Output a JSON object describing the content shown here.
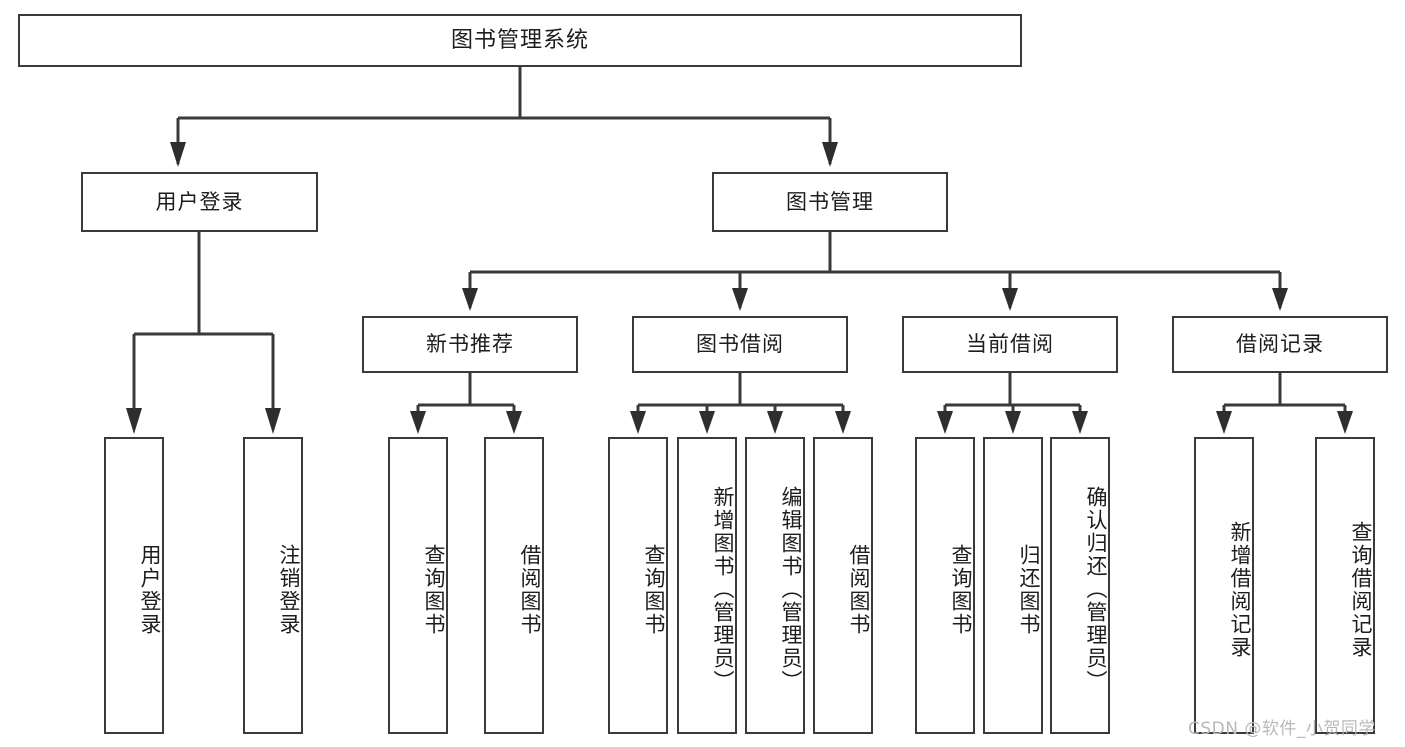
{
  "diagram": {
    "title": "图书管理系统",
    "watermark": "CSDN @软件_小贺同学",
    "stroke_color": "#3a3a3a",
    "background_color": "#ffffff",
    "text_color": "#1d1d1d",
    "root": {
      "label": "图书管理系统"
    },
    "level2": [
      {
        "label": "用户登录"
      },
      {
        "label": "图书管理"
      }
    ],
    "level3": [
      {
        "label": "新书推荐"
      },
      {
        "label": "图书借阅"
      },
      {
        "label": "当前借阅"
      },
      {
        "label": "借阅记录"
      }
    ],
    "leaves": {
      "user_login": [
        {
          "label": "用户登录"
        },
        {
          "label": "注销登录"
        }
      ],
      "new_book_recommend": [
        {
          "label": "查询图书"
        },
        {
          "label": "借阅图书"
        }
      ],
      "book_borrow": [
        {
          "label": "查询图书"
        },
        {
          "label": "新增图书（管理员）"
        },
        {
          "label": "编辑图书（管理员）"
        },
        {
          "label": "借阅图书"
        }
      ],
      "current_borrow": [
        {
          "label": "查询图书"
        },
        {
          "label": "归还图书"
        },
        {
          "label": "确认归还（管理员）"
        }
      ],
      "borrow_record": [
        {
          "label": "新增借阅记录"
        },
        {
          "label": "查询借阅记录"
        }
      ]
    }
  }
}
